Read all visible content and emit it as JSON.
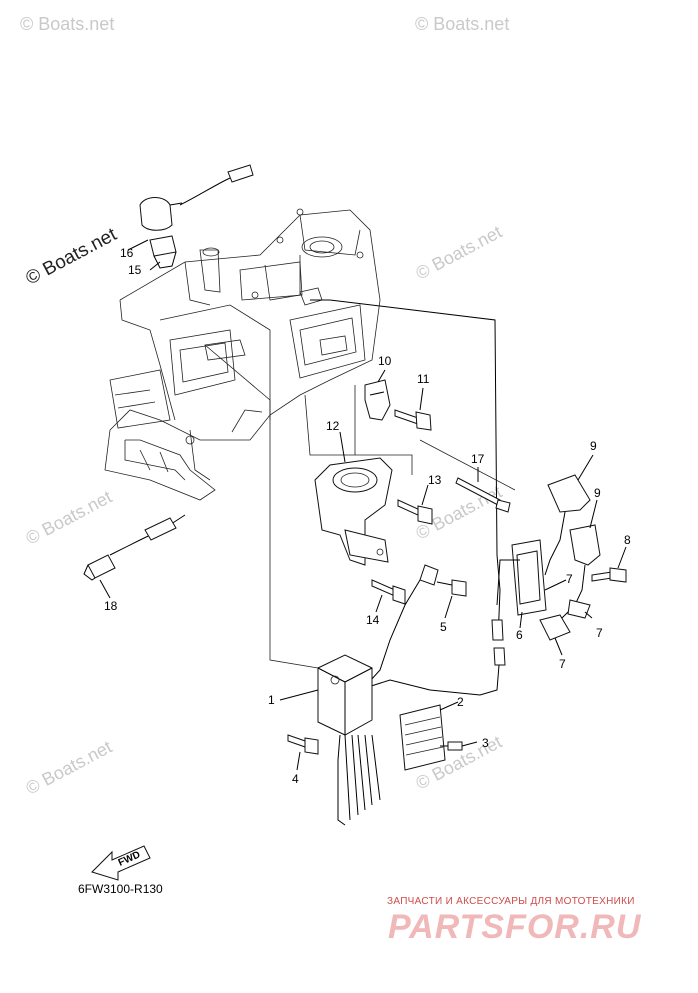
{
  "diagram": {
    "reference_code": "6FW3100-R130",
    "fwd_label": "FWD",
    "watermarks": [
      "© Boats.net",
      "© Boats.net",
      "© Boats.net",
      "© Boats.net",
      "© Boats.net",
      "© Boats.net",
      "© Boats.net",
      "© Boats.net"
    ],
    "callouts": {
      "c1": "1",
      "c2": "2",
      "c3": "3",
      "c4": "4",
      "c5": "5",
      "c6": "6",
      "c7a": "7",
      "c7b": "7",
      "c7c": "7",
      "c8": "8",
      "c9a": "9",
      "c9b": "9",
      "c10": "10",
      "c11": "11",
      "c12": "12",
      "c13": "13",
      "c14": "14",
      "c15": "15",
      "c16": "16",
      "c17": "17",
      "c18": "18"
    }
  },
  "brand": {
    "tagline": "ЗАПЧАСТИ И АКСЕССУАРЫ ДЛЯ МОТОТЕХНИКИ",
    "name": "PARTSFOR.RU",
    "colors": {
      "primary": "#d04a4a",
      "secondary": "#f0b8b8"
    }
  }
}
